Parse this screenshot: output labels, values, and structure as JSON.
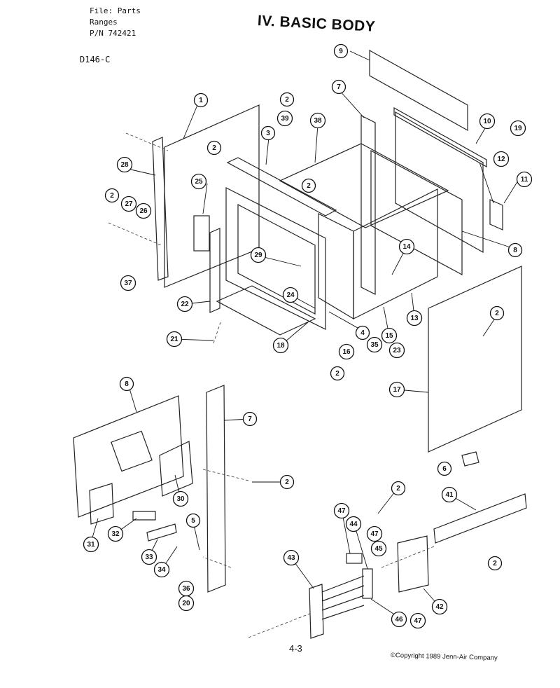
{
  "header": {
    "file_line": "File: Parts",
    "ranges_line": "Ranges",
    "pn_line": "P/N 742421",
    "model": "D146-C",
    "title": "IV. BASIC BODY"
  },
  "footer": {
    "page": "4-3",
    "copyright": "©Copyright 1989 Jenn-Air Company"
  },
  "callouts": [
    {
      "id": "c1",
      "label": "1"
    },
    {
      "id": "c2a",
      "label": "2"
    },
    {
      "id": "c39",
      "label": "39"
    },
    {
      "id": "c3",
      "label": "3"
    },
    {
      "id": "c38",
      "label": "38"
    },
    {
      "id": "c7a",
      "label": "7"
    },
    {
      "id": "c9",
      "label": "9"
    },
    {
      "id": "c10",
      "label": "10"
    },
    {
      "id": "c19",
      "label": "19"
    },
    {
      "id": "c12",
      "label": "12"
    },
    {
      "id": "c11",
      "label": "11"
    },
    {
      "id": "c2b",
      "label": "2"
    },
    {
      "id": "c28",
      "label": "28"
    },
    {
      "id": "c25",
      "label": "25"
    },
    {
      "id": "c2c",
      "label": "2"
    },
    {
      "id": "c2d",
      "label": "2"
    },
    {
      "id": "c27",
      "label": "27"
    },
    {
      "id": "c26",
      "label": "26"
    },
    {
      "id": "c37",
      "label": "37"
    },
    {
      "id": "c29",
      "label": "29"
    },
    {
      "id": "c14",
      "label": "14"
    },
    {
      "id": "c8a",
      "label": "8"
    },
    {
      "id": "c22",
      "label": "22"
    },
    {
      "id": "c24",
      "label": "24"
    },
    {
      "id": "c13",
      "label": "13"
    },
    {
      "id": "c2e",
      "label": "2"
    },
    {
      "id": "c21",
      "label": "21"
    },
    {
      "id": "c4",
      "label": "4"
    },
    {
      "id": "c15",
      "label": "15"
    },
    {
      "id": "c18",
      "label": "18"
    },
    {
      "id": "c35",
      "label": "35"
    },
    {
      "id": "c23",
      "label": "23"
    },
    {
      "id": "c16",
      "label": "16"
    },
    {
      "id": "c2f",
      "label": "2"
    },
    {
      "id": "c17",
      "label": "17"
    },
    {
      "id": "c8b",
      "label": "8"
    },
    {
      "id": "c7b",
      "label": "7"
    },
    {
      "id": "c6",
      "label": "6"
    },
    {
      "id": "c2g",
      "label": "2"
    },
    {
      "id": "c30",
      "label": "30"
    },
    {
      "id": "c2h",
      "label": "2"
    },
    {
      "id": "c41",
      "label": "41"
    },
    {
      "id": "c5",
      "label": "5"
    },
    {
      "id": "c47a",
      "label": "47"
    },
    {
      "id": "c44",
      "label": "44"
    },
    {
      "id": "c47b",
      "label": "47"
    },
    {
      "id": "c45",
      "label": "45"
    },
    {
      "id": "c31",
      "label": "31"
    },
    {
      "id": "c32",
      "label": "32"
    },
    {
      "id": "c33",
      "label": "33"
    },
    {
      "id": "c34",
      "label": "34"
    },
    {
      "id": "c2i",
      "label": "2"
    },
    {
      "id": "c43",
      "label": "43"
    },
    {
      "id": "c36",
      "label": "36"
    },
    {
      "id": "c20",
      "label": "20"
    },
    {
      "id": "c42",
      "label": "42"
    },
    {
      "id": "c46",
      "label": "46"
    },
    {
      "id": "c47c",
      "label": "47"
    }
  ]
}
